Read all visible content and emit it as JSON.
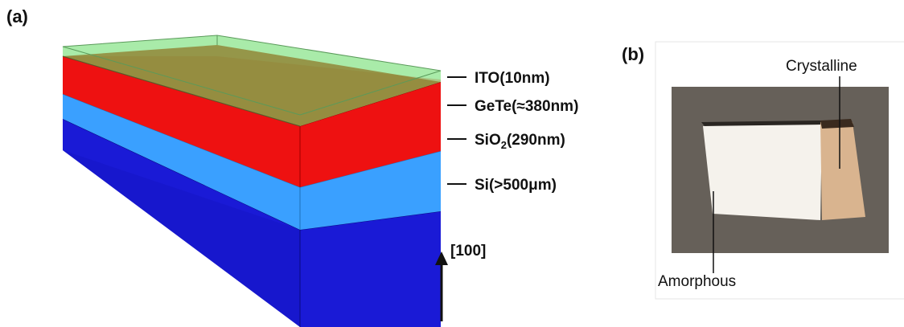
{
  "panel_a": {
    "label": "(a)",
    "layers": [
      {
        "name": "ITO",
        "text": "ITO(10nm)",
        "color": "#9ae89a"
      },
      {
        "name": "GeTe",
        "text": "GeTe(≈380nm)",
        "color": "#ee1111"
      },
      {
        "name": "SiO2",
        "text_main": "SiO",
        "text_sub": "2",
        "text_rest": "(290nm)",
        "color": "#3aa0ff"
      },
      {
        "name": "Si",
        "text": "Si(>500μm)",
        "color": "#1a1ad6"
      }
    ],
    "direction_label": "[100]"
  },
  "panel_b": {
    "label": "(b)",
    "crystalline_label": "Crystalline",
    "amorphous_label": "Amorphous",
    "colors": {
      "background": "#6b655c",
      "amorphous": "#f5f2ec",
      "crystalline": "#d9b48f"
    }
  }
}
